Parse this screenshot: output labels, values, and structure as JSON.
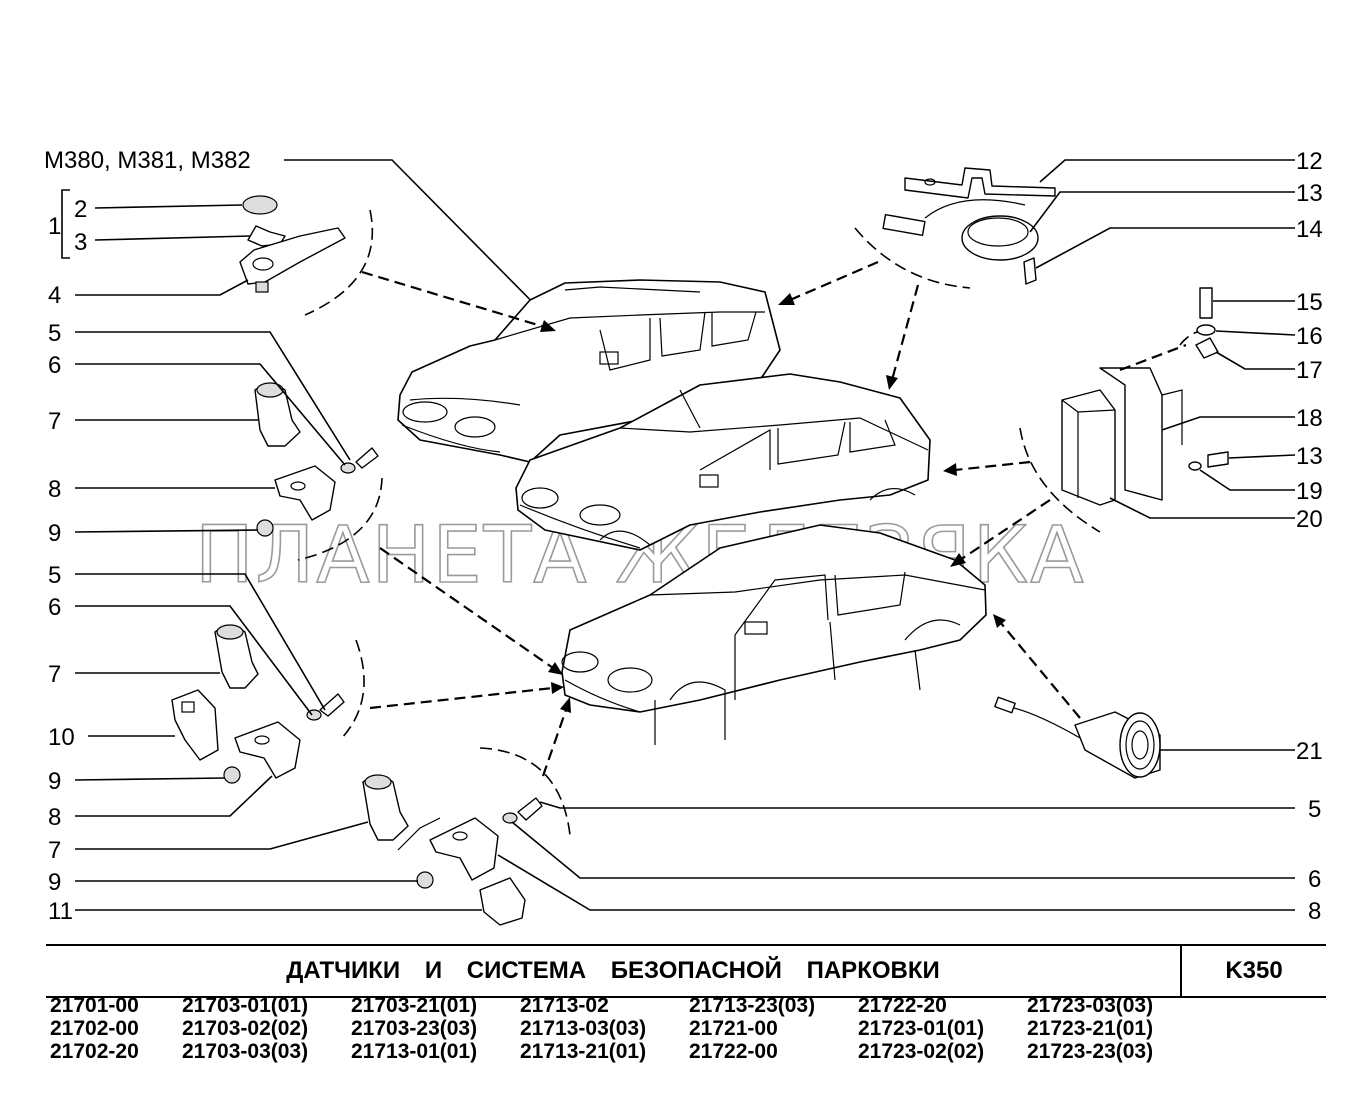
{
  "diagram": {
    "header_label": "M380, M381, M382",
    "watermark": "ПЛАНЕТА ЖЕЛЕЗЯКА",
    "callouts_left": [
      "1",
      "2",
      "3",
      "4",
      "5",
      "6",
      "7",
      "8",
      "9",
      "5",
      "6",
      "7",
      "10",
      "9",
      "8",
      "7",
      "9",
      "11"
    ],
    "callouts_right": [
      "12",
      "13",
      "14",
      "15",
      "16",
      "17",
      "18",
      "13",
      "19",
      "20",
      "21",
      "5",
      "6",
      "8"
    ]
  },
  "title_block": {
    "title": "ДАТЧИКИ И СИСТЕМА БЕЗОПАСНОЙ ПАРКОВКИ",
    "code": "K350"
  },
  "models": [
    [
      "21701-00",
      "21702-00",
      "21702-20"
    ],
    [
      "21703-01(01)",
      "21703-02(02)",
      "21703-03(03)"
    ],
    [
      "21703-21(01)",
      "21703-23(03)",
      "21713-01(01)"
    ],
    [
      "21713-02",
      "21713-03(03)",
      "21713-21(01)"
    ],
    [
      "21713-23(03)",
      "21721-00",
      "21722-00"
    ],
    [
      "21722-20",
      "21723-01(01)",
      "21723-02(02)"
    ],
    [
      "21723-03(03)",
      "21723-21(01)",
      "21723-23(03)"
    ]
  ]
}
